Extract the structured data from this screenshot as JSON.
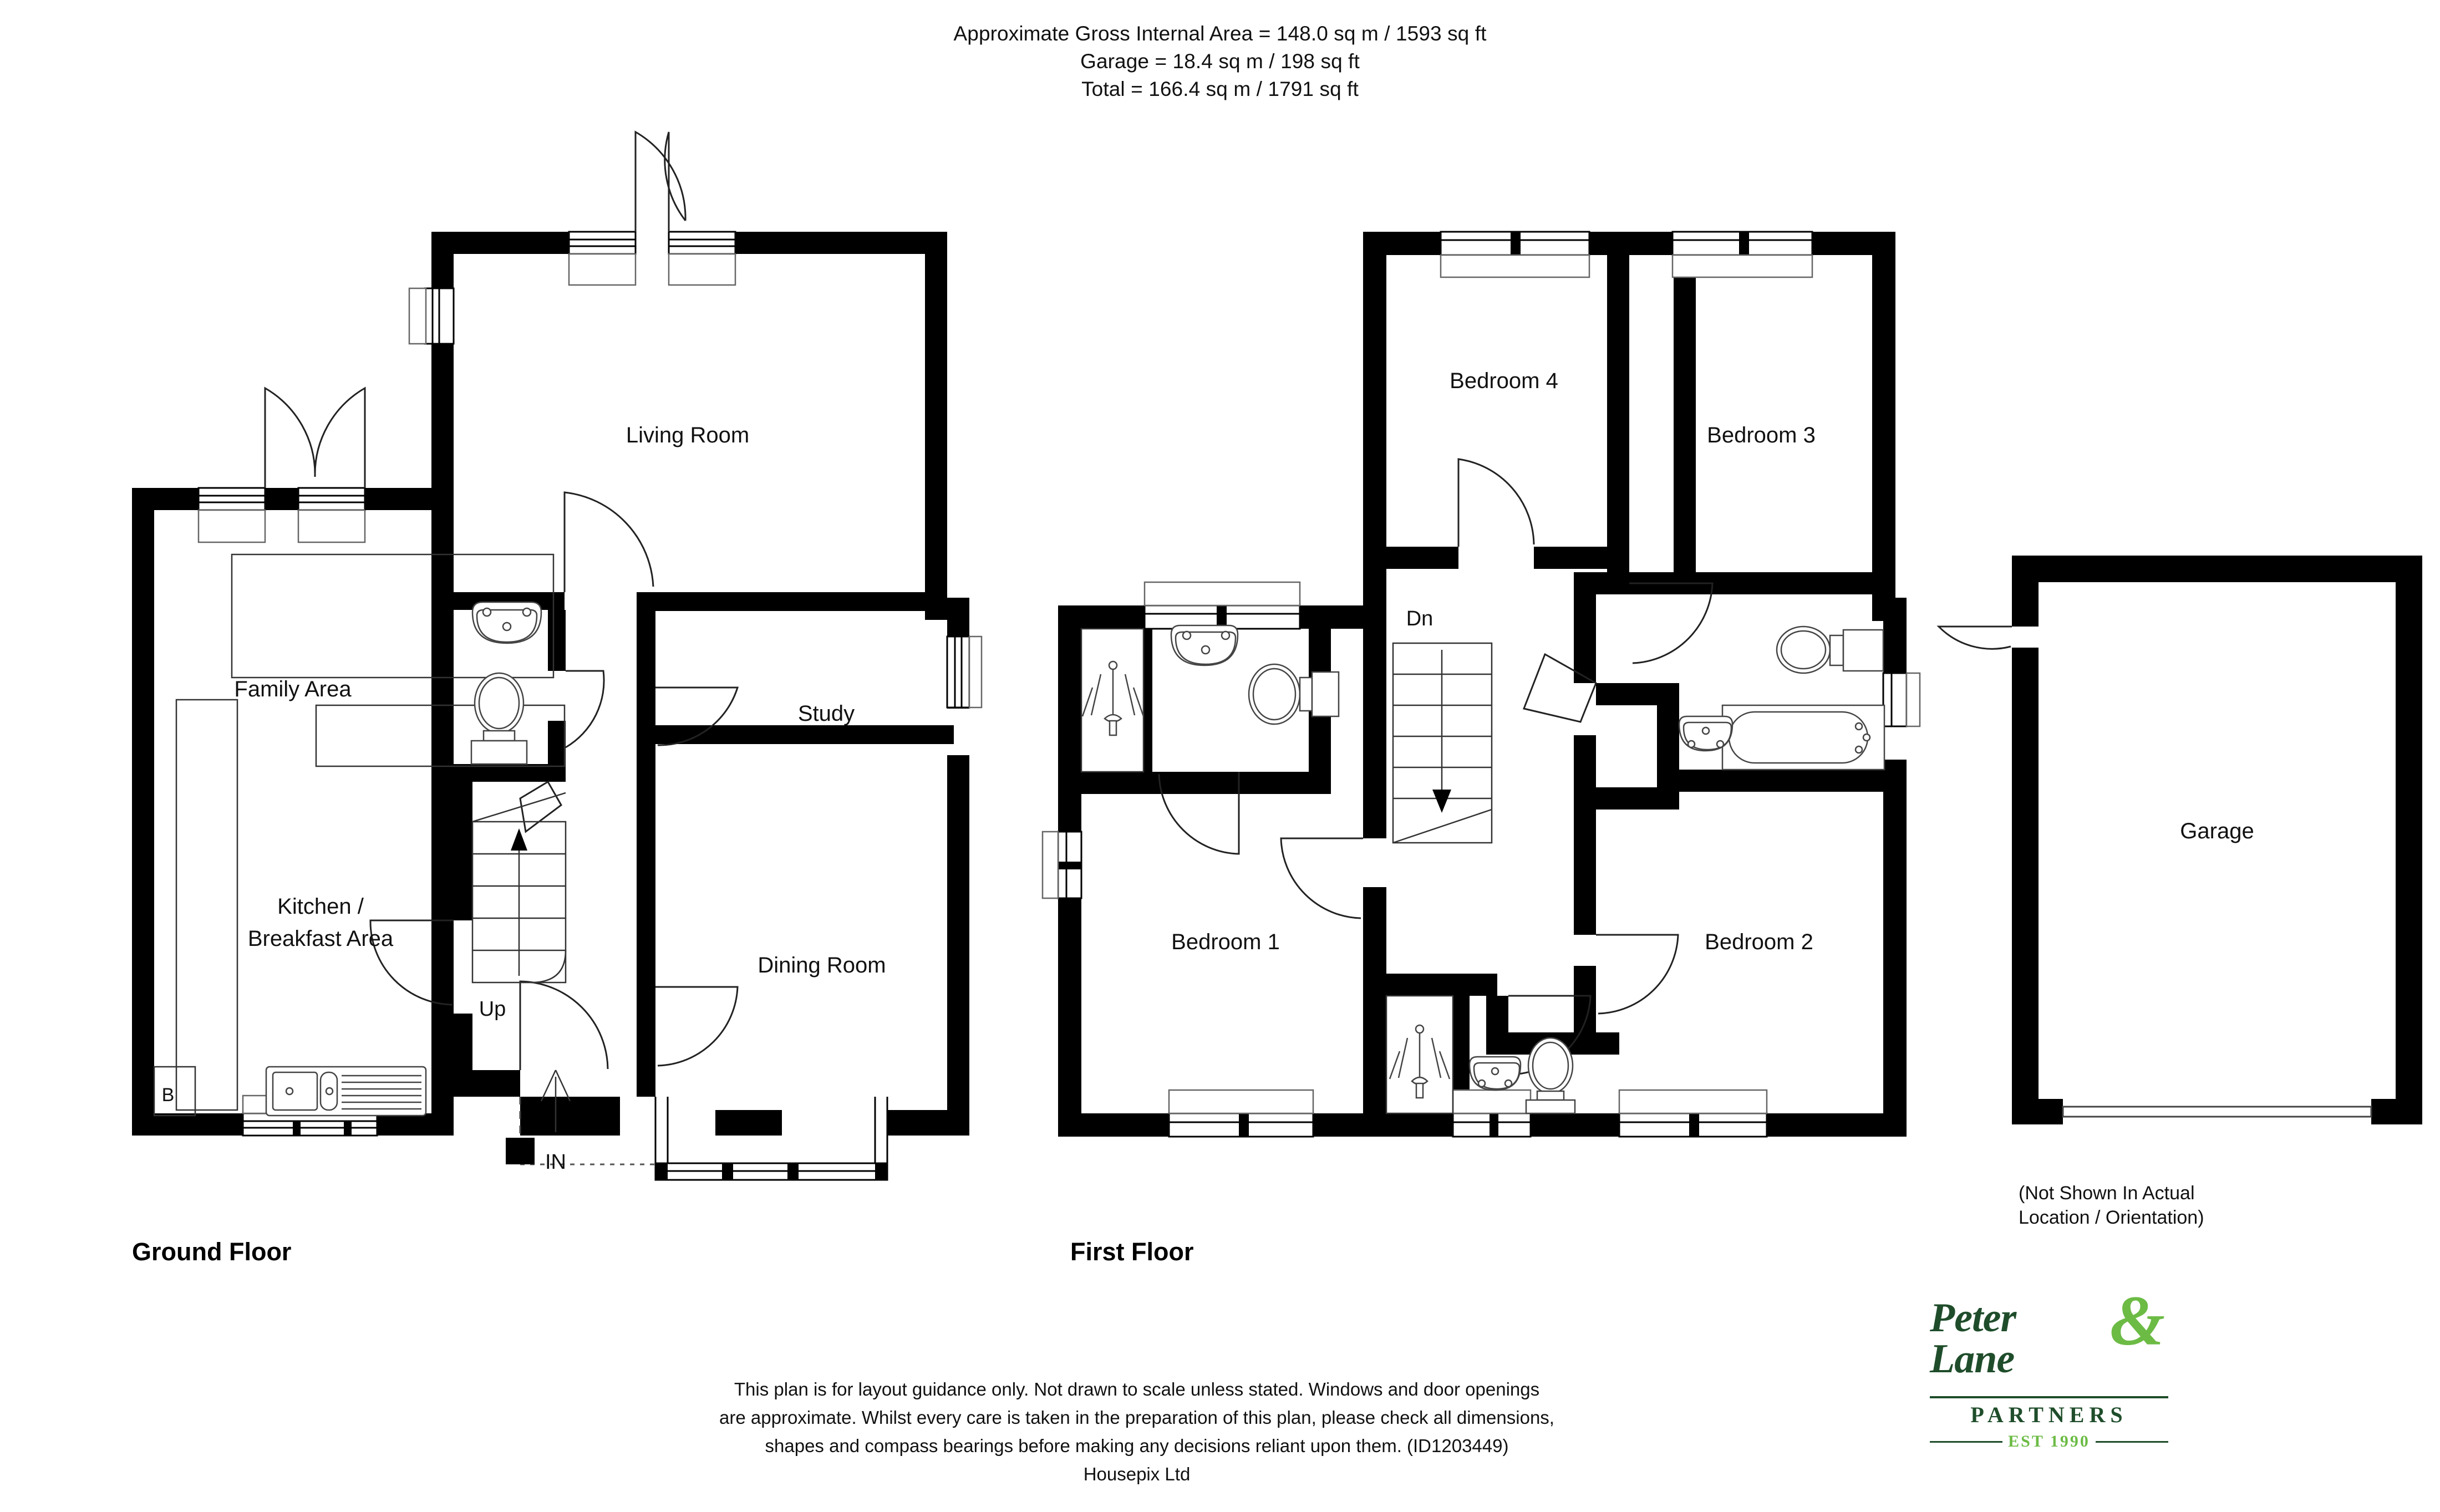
{
  "header": {
    "lines": [
      "Approximate Gross Internal Area = 148.0 sq m / 1593 sq ft",
      "Garage = 18.4 sq m / 198 sq ft",
      "Total = 166.4 sq m / 1791 sq ft"
    ],
    "gross_internal_area_sqm": "148.0",
    "gross_internal_area_sqft": "1593",
    "garage_area_sqm": "18.4",
    "garage_area_sqft": "198",
    "total_area_sqm": "166.4",
    "total_area_sqft": "1791"
  },
  "floors": {
    "ground": {
      "caption": "Ground Floor",
      "rooms": [
        {
          "label": "Living Room"
        },
        {
          "label": "Family Area"
        },
        {
          "label": "Kitchen /"
        },
        {
          "label": "Breakfast Area"
        },
        {
          "label": "Study"
        },
        {
          "label": "Dining Room"
        }
      ],
      "markers": {
        "stairs_up": "Up",
        "entrance": "IN",
        "boiler": "B"
      }
    },
    "first": {
      "caption": "First Floor",
      "rooms": [
        {
          "label": "Bedroom 1"
        },
        {
          "label": "Bedroom 2"
        },
        {
          "label": "Bedroom 3"
        },
        {
          "label": "Bedroom 4"
        }
      ],
      "markers": {
        "stairs_down": "Dn"
      }
    },
    "garage": {
      "label": "Garage",
      "note_lines": [
        "(Not Shown In Actual",
        "Location / Orientation)"
      ]
    }
  },
  "disclaimer": {
    "lines": [
      "This plan is for layout guidance only. Not drawn to scale unless stated. Windows and door openings",
      "are approximate. Whilst every care is taken in the preparation of this plan, please check all dimensions,",
      "shapes and compass bearings before making any decisions reliant upon them. (ID1203449)",
      "Housepix Ltd"
    ],
    "plan_id": "ID1203449",
    "producer": "Housepix Ltd"
  },
  "logo": {
    "line1": "Peter",
    "line2": "Lane",
    "ampersand": "&",
    "partners": "PARTNERS",
    "established": "EST 1990",
    "colors": {
      "dark_green": "#1f4d2b",
      "light_green": "#6cbb45"
    }
  },
  "colors": {
    "wall": "#000000",
    "background": "#ffffff",
    "text": "#111111"
  }
}
